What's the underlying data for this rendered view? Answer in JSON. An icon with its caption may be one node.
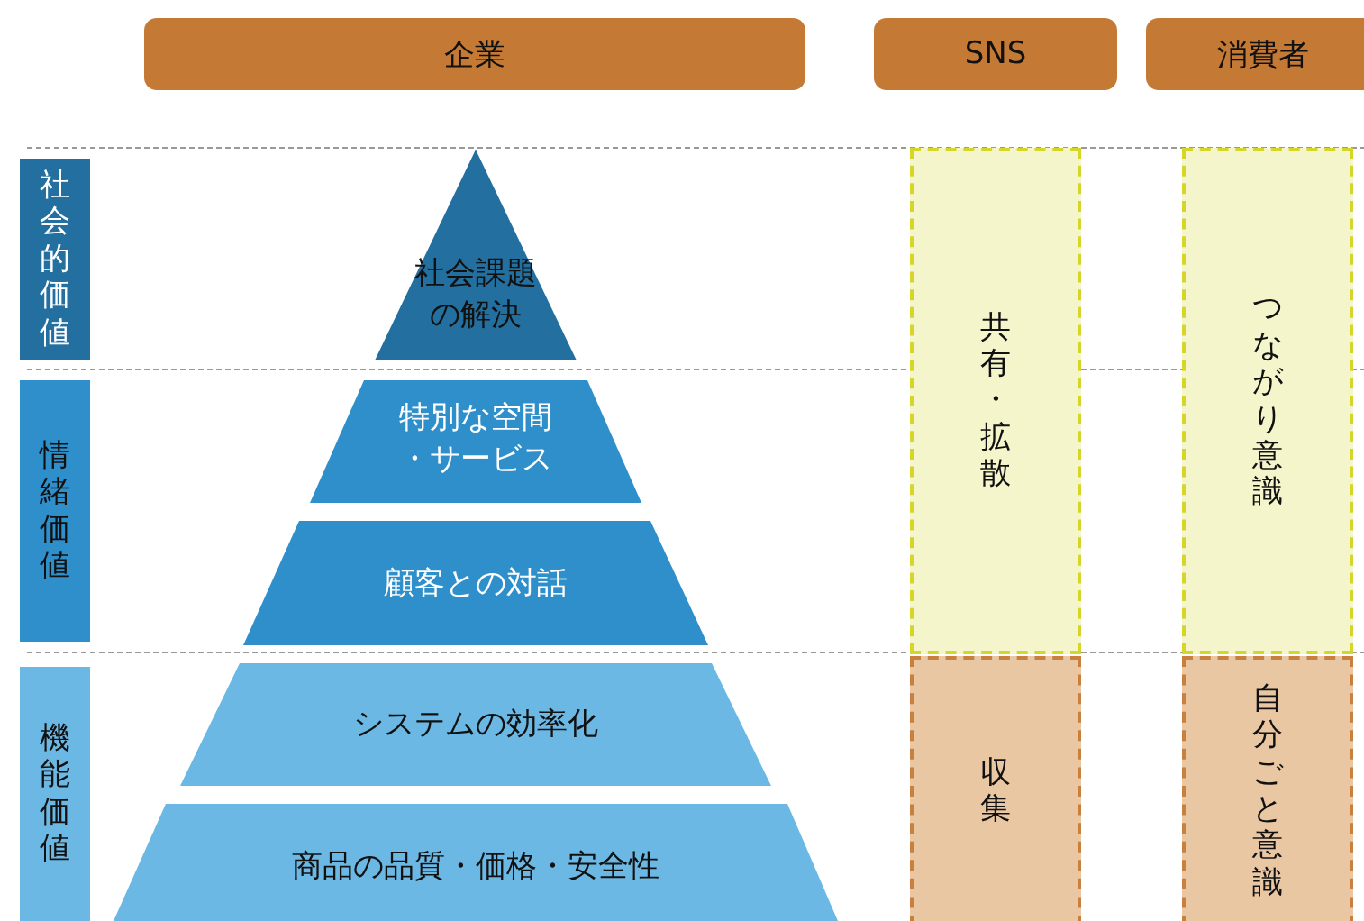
{
  "diagram": {
    "nodes": [
      {
        "text": [
          "企業"
        ]
      },
      {
        "text": [
          "SNS"
        ]
      },
      {
        "text": [
          "消費者"
        ]
      },
      {
        "text": [
          "社会的価値"
        ]
      },
      {
        "text": [
          "情緒価値"
        ]
      },
      {
        "text": [
          "機能価値"
        ]
      },
      {
        "text": [
          "社会課題の解決"
        ]
      },
      {
        "text": [
          "特別な空間・サービス"
        ]
      },
      {
        "text": [
          "顧客との対話"
        ]
      },
      {
        "text": [
          "システムの効率化"
        ]
      },
      {
        "text": [
          "商品の品質・価格・安全性"
        ]
      },
      {
        "text": [
          "共有・拡散"
        ]
      },
      {
        "text": [
          "収集"
        ]
      },
      {
        "text": [
          "つながり意識"
        ]
      },
      {
        "text": [
          "自分ごと意識"
        ]
      }
    ]
  }
}
